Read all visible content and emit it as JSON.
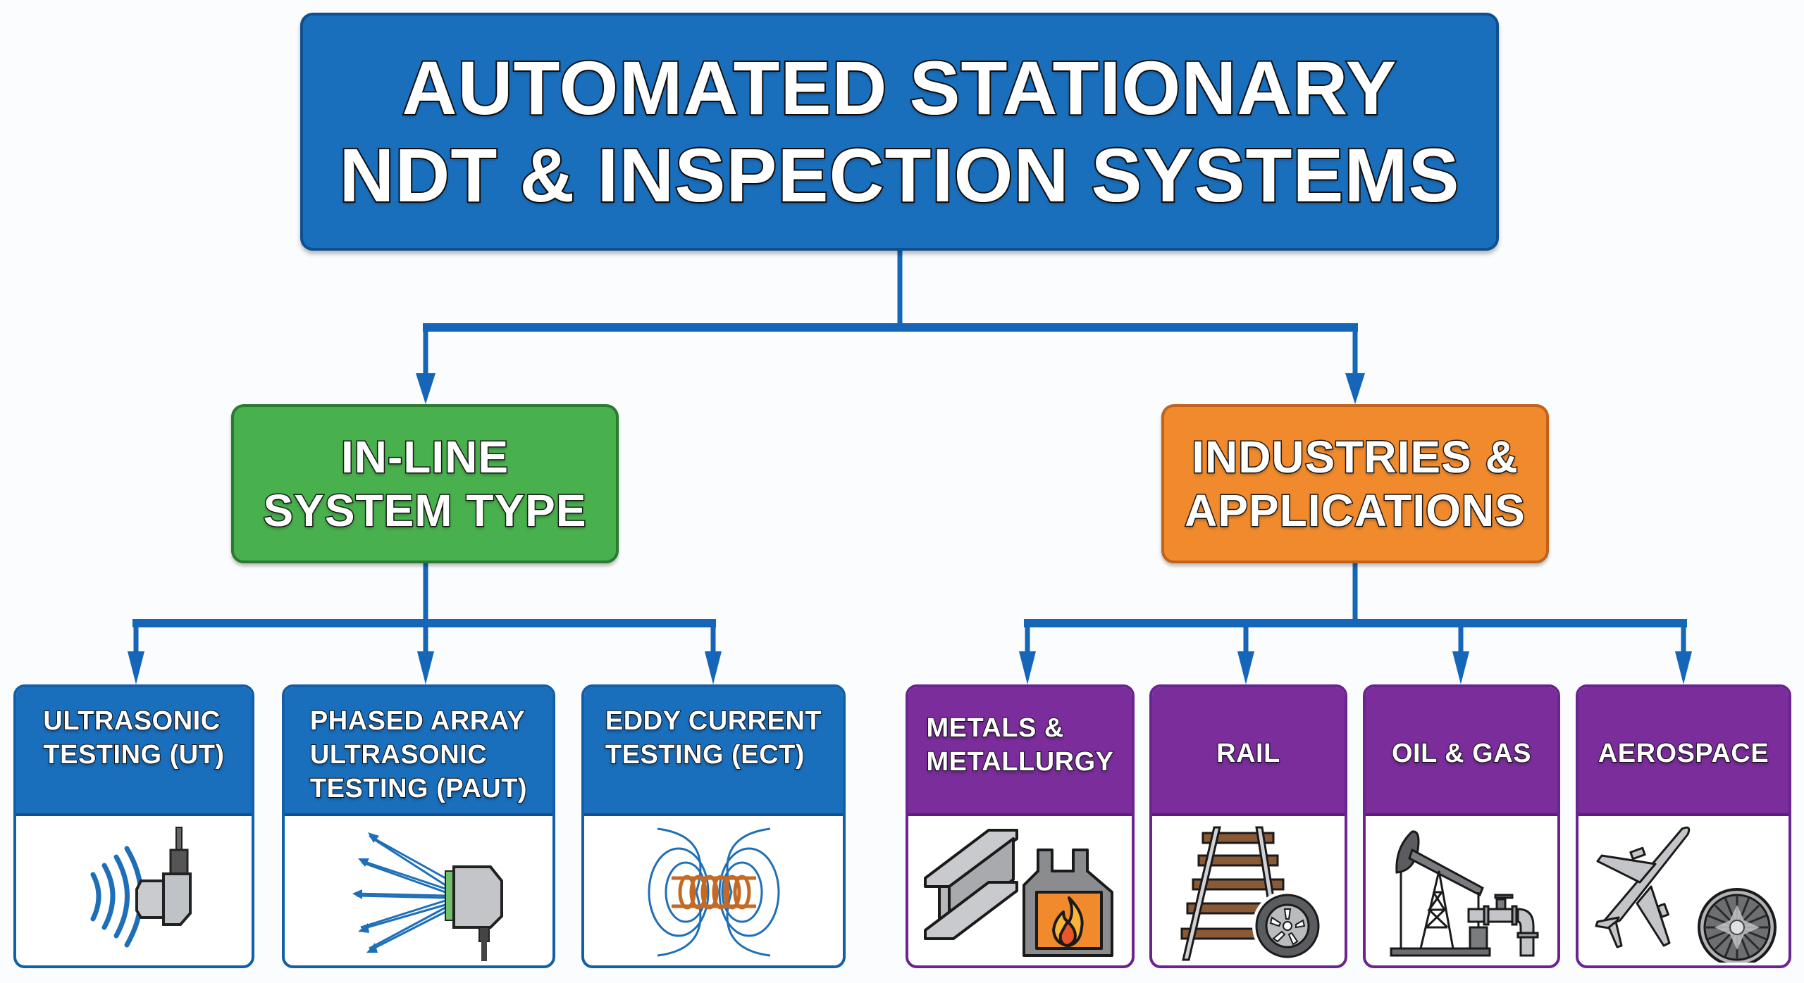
{
  "title": "AUTOMATED STATIONARY\nNDT & INSPECTION SYSTEMS",
  "branches": {
    "inline": {
      "label": "IN-LINE\nSYSTEM TYPE",
      "color": "#48b04c"
    },
    "industries": {
      "label": "INDUSTRIES &\nAPPLICATIONS",
      "color": "#f08a2c"
    }
  },
  "system_types": [
    {
      "label": "ULTRASONIC\nTESTING (UT)",
      "icon": "ultrasonic-probe-icon"
    },
    {
      "label": "PHASED ARRAY\nULTRASONIC\nTESTING (PAUT)",
      "icon": "phased-array-probe-icon"
    },
    {
      "label": "EDDY CURRENT\nTESTING (ECT)",
      "icon": "eddy-current-coil-icon"
    }
  ],
  "industries": [
    {
      "label": "METALS &\nMETALLURGY",
      "icon": "steel-beam-furnace-icon"
    },
    {
      "label": "RAIL",
      "icon": "rail-track-wheel-icon"
    },
    {
      "label": "OIL & GAS",
      "icon": "oil-pump-jack-icon"
    },
    {
      "label": "AEROSPACE",
      "icon": "airplane-turbine-icon"
    }
  ],
  "colors": {
    "primary_blue": "#1a6fbd",
    "connector": "#1565b8",
    "purple": "#7b2d9c"
  }
}
